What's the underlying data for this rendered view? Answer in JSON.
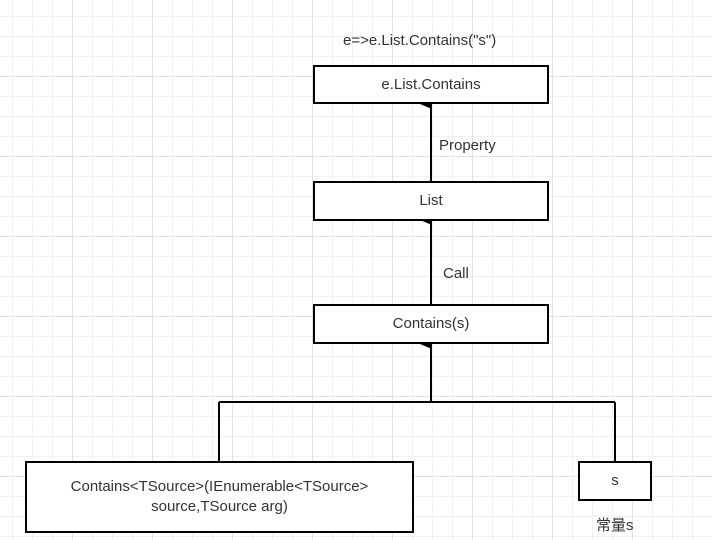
{
  "diagram": {
    "title": "e=>e.List.Contains(\"s\")",
    "nodes": {
      "root": "e.List.Contains",
      "list": "List",
      "contains": "Contains(s)",
      "method_line1": "Contains<TSource>(IEnumerable<TSource>",
      "method_line2": "source,TSource arg)",
      "constant": "s"
    },
    "edges": {
      "property": "Property",
      "call": "Call"
    },
    "captions": {
      "constant": "常量s"
    }
  }
}
